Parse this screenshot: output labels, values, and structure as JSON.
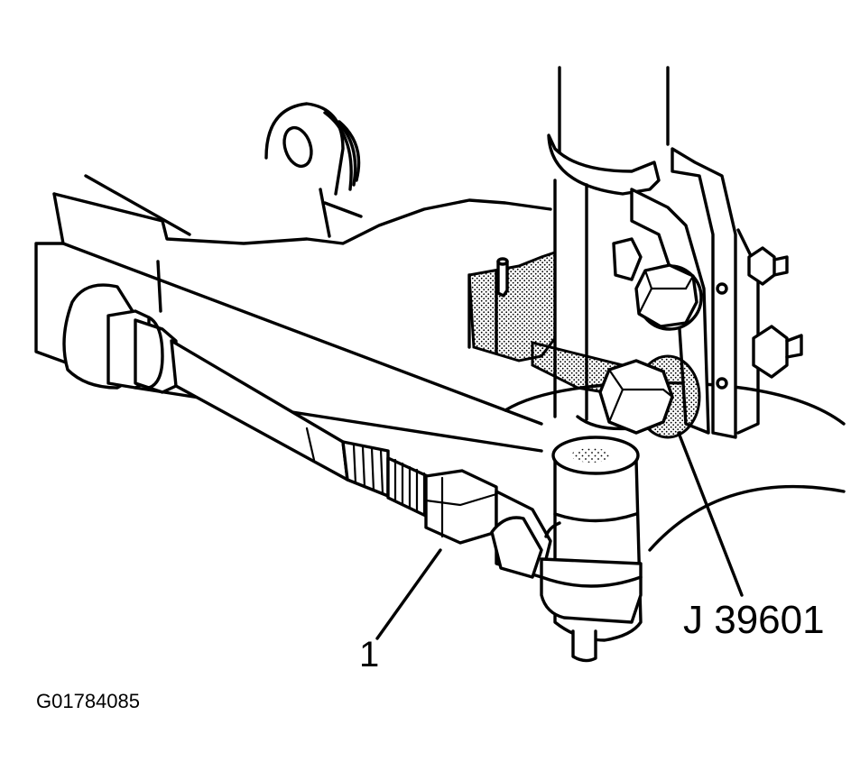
{
  "figure": {
    "callouts": [
      {
        "id": "1",
        "text": "1"
      },
      {
        "id": "j",
        "text": "J 39601"
      }
    ],
    "figure_code": "G01784085",
    "colors": {
      "ink": "#000000",
      "paper": "#ffffff",
      "stipple": "#000000"
    }
  }
}
